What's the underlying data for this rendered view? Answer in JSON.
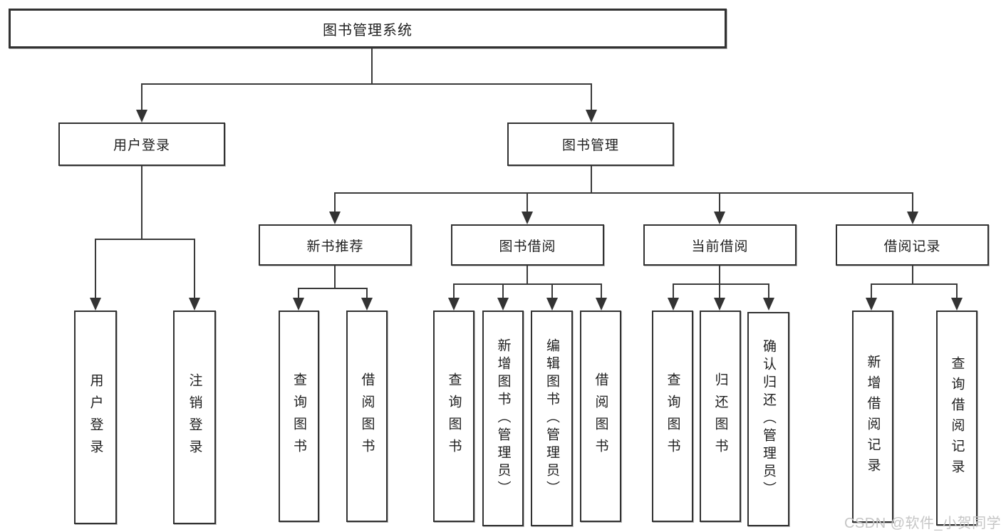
{
  "watermark": {
    "text": "CSDN @软件_小贺同学"
  },
  "colors": {
    "line": "#3a3a3a",
    "box_border": "#323232",
    "text": "#1f1f1f",
    "watermark": "#c6c6c6",
    "background": "#ffffff"
  },
  "tree": {
    "root": {
      "label": "图书管理系统",
      "children": [
        {
          "label": "用户登录",
          "children": [
            {
              "label": "用户登录"
            },
            {
              "label": "注销登录"
            }
          ]
        },
        {
          "label": "图书管理",
          "children": [
            {
              "label": "新书推荐",
              "children": [
                {
                  "label": "查询图书"
                },
                {
                  "label": "借阅图书"
                }
              ]
            },
            {
              "label": "图书借阅",
              "children": [
                {
                  "label": "查询图书"
                },
                {
                  "label": "新增图书（管理员）"
                },
                {
                  "label": "编辑图书（管理员）"
                },
                {
                  "label": "借阅图书"
                }
              ]
            },
            {
              "label": "当前借阅",
              "children": [
                {
                  "label": "查询图书"
                },
                {
                  "label": "归还图书"
                },
                {
                  "label": "确认归还（管理员）"
                }
              ]
            },
            {
              "label": "借阅记录",
              "children": [
                {
                  "label": "新增借阅记录"
                },
                {
                  "label": "查询借阅记录"
                }
              ]
            }
          ]
        }
      ]
    }
  }
}
